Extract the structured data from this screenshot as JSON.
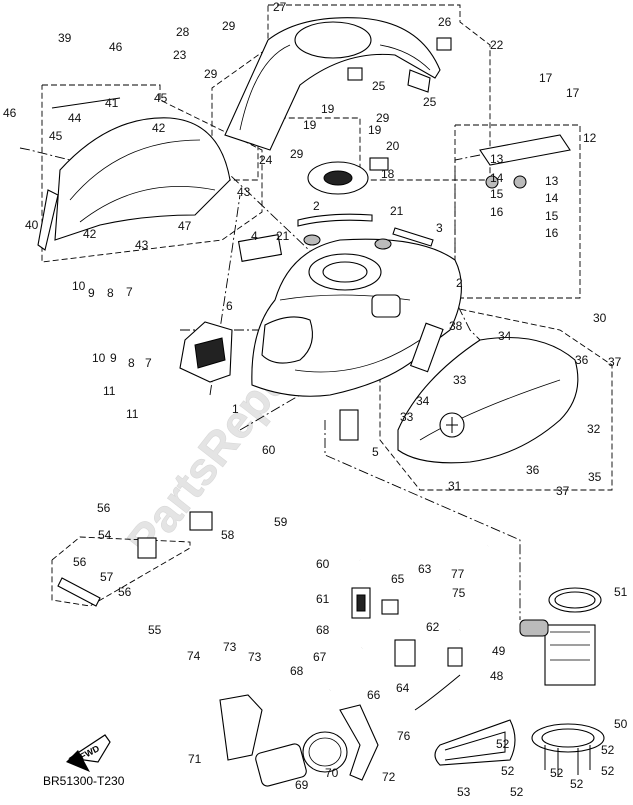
{
  "diagram_code": "BR51300-T230",
  "fwd_label": "FWD",
  "watermark": "PartsRepublik",
  "callouts": [
    {
      "id": "c1",
      "label": "1"
    },
    {
      "id": "c2a",
      "label": "2"
    },
    {
      "id": "c2b",
      "label": "2"
    },
    {
      "id": "c3",
      "label": "3"
    },
    {
      "id": "c4",
      "label": "4"
    },
    {
      "id": "c5",
      "label": "5"
    },
    {
      "id": "c6",
      "label": "6"
    },
    {
      "id": "c7a",
      "label": "7"
    },
    {
      "id": "c7b",
      "label": "7"
    },
    {
      "id": "c8a",
      "label": "8"
    },
    {
      "id": "c8b",
      "label": "8"
    },
    {
      "id": "c9a",
      "label": "9"
    },
    {
      "id": "c9b",
      "label": "9"
    },
    {
      "id": "c10a",
      "label": "10"
    },
    {
      "id": "c10b",
      "label": "10"
    },
    {
      "id": "c11a",
      "label": "11"
    },
    {
      "id": "c11b",
      "label": "11"
    },
    {
      "id": "c12",
      "label": "12"
    },
    {
      "id": "c13a",
      "label": "13"
    },
    {
      "id": "c13b",
      "label": "13"
    },
    {
      "id": "c14a",
      "label": "14"
    },
    {
      "id": "c14b",
      "label": "14"
    },
    {
      "id": "c15a",
      "label": "15"
    },
    {
      "id": "c15b",
      "label": "15"
    },
    {
      "id": "c16a",
      "label": "16"
    },
    {
      "id": "c16b",
      "label": "16"
    },
    {
      "id": "c17a",
      "label": "17"
    },
    {
      "id": "c17b",
      "label": "17"
    },
    {
      "id": "c18",
      "label": "18"
    },
    {
      "id": "c19a",
      "label": "19"
    },
    {
      "id": "c19b",
      "label": "19"
    },
    {
      "id": "c19c",
      "label": "19"
    },
    {
      "id": "c20",
      "label": "20"
    },
    {
      "id": "c21a",
      "label": "21"
    },
    {
      "id": "c21b",
      "label": "21"
    },
    {
      "id": "c22",
      "label": "22"
    },
    {
      "id": "c23",
      "label": "23"
    },
    {
      "id": "c24",
      "label": "24"
    },
    {
      "id": "c25a",
      "label": "25"
    },
    {
      "id": "c25b",
      "label": "25"
    },
    {
      "id": "c26",
      "label": "26"
    },
    {
      "id": "c27",
      "label": "27"
    },
    {
      "id": "c28",
      "label": "28"
    },
    {
      "id": "c29a",
      "label": "29"
    },
    {
      "id": "c29b",
      "label": "29"
    },
    {
      "id": "c29c",
      "label": "29"
    },
    {
      "id": "c29d",
      "label": "29"
    },
    {
      "id": "c30",
      "label": "30"
    },
    {
      "id": "c31",
      "label": "31"
    },
    {
      "id": "c32",
      "label": "32"
    },
    {
      "id": "c33a",
      "label": "33"
    },
    {
      "id": "c33b",
      "label": "33"
    },
    {
      "id": "c34a",
      "label": "34"
    },
    {
      "id": "c34b",
      "label": "34"
    },
    {
      "id": "c35",
      "label": "35"
    },
    {
      "id": "c36a",
      "label": "36"
    },
    {
      "id": "c36b",
      "label": "36"
    },
    {
      "id": "c37a",
      "label": "37"
    },
    {
      "id": "c37b",
      "label": "37"
    },
    {
      "id": "c38",
      "label": "38"
    },
    {
      "id": "c39",
      "label": "39"
    },
    {
      "id": "c40",
      "label": "40"
    },
    {
      "id": "c41",
      "label": "41"
    },
    {
      "id": "c42a",
      "label": "42"
    },
    {
      "id": "c42b",
      "label": "42"
    },
    {
      "id": "c43a",
      "label": "43"
    },
    {
      "id": "c43b",
      "label": "43"
    },
    {
      "id": "c44",
      "label": "44"
    },
    {
      "id": "c45a",
      "label": "45"
    },
    {
      "id": "c45b",
      "label": "45"
    },
    {
      "id": "c46a",
      "label": "46"
    },
    {
      "id": "c46b",
      "label": "46"
    },
    {
      "id": "c47",
      "label": "47"
    },
    {
      "id": "c48",
      "label": "48"
    },
    {
      "id": "c49",
      "label": "49"
    },
    {
      "id": "c50",
      "label": "50"
    },
    {
      "id": "c51",
      "label": "51"
    },
    {
      "id": "c52a",
      "label": "52"
    },
    {
      "id": "c52b",
      "label": "52"
    },
    {
      "id": "c52c",
      "label": "52"
    },
    {
      "id": "c52d",
      "label": "52"
    },
    {
      "id": "c52e",
      "label": "52"
    },
    {
      "id": "c52f",
      "label": "52"
    },
    {
      "id": "c52g",
      "label": "52"
    },
    {
      "id": "c53",
      "label": "53"
    },
    {
      "id": "c54",
      "label": "54"
    },
    {
      "id": "c55",
      "label": "55"
    },
    {
      "id": "c56a",
      "label": "56"
    },
    {
      "id": "c56b",
      "label": "56"
    },
    {
      "id": "c56c",
      "label": "56"
    },
    {
      "id": "c57",
      "label": "57"
    },
    {
      "id": "c58",
      "label": "58"
    },
    {
      "id": "c59",
      "label": "59"
    },
    {
      "id": "c60a",
      "label": "60"
    },
    {
      "id": "c60b",
      "label": "60"
    },
    {
      "id": "c61",
      "label": "61"
    },
    {
      "id": "c62",
      "label": "62"
    },
    {
      "id": "c63",
      "label": "63"
    },
    {
      "id": "c64",
      "label": "64"
    },
    {
      "id": "c65",
      "label": "65"
    },
    {
      "id": "c66",
      "label": "66"
    },
    {
      "id": "c67",
      "label": "67"
    },
    {
      "id": "c68a",
      "label": "68"
    },
    {
      "id": "c68b",
      "label": "68"
    },
    {
      "id": "c69",
      "label": "69"
    },
    {
      "id": "c70",
      "label": "70"
    },
    {
      "id": "c71",
      "label": "71"
    },
    {
      "id": "c72",
      "label": "72"
    },
    {
      "id": "c73a",
      "label": "73"
    },
    {
      "id": "c73b",
      "label": "73"
    },
    {
      "id": "c74",
      "label": "74"
    },
    {
      "id": "c75",
      "label": "75"
    },
    {
      "id": "c76",
      "label": "76"
    },
    {
      "id": "c77",
      "label": "77"
    }
  ]
}
